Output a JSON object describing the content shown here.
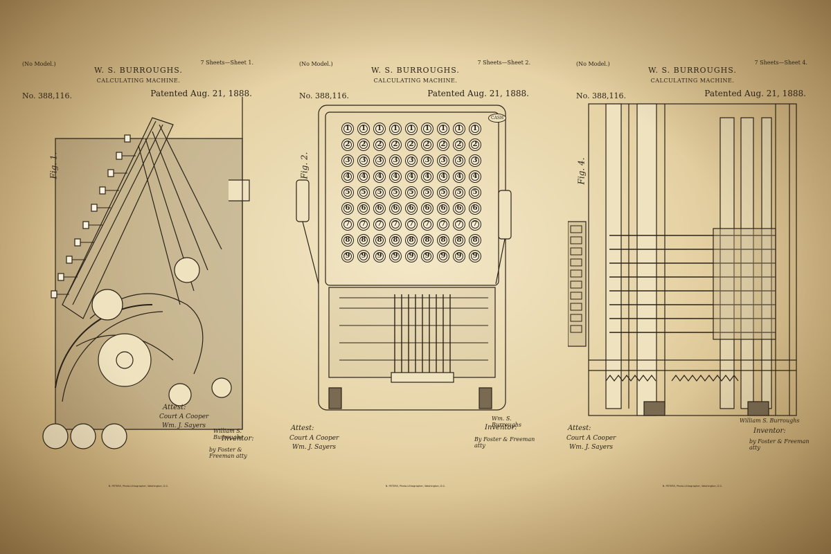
{
  "sheets": [
    {
      "no_model": "(No Model.)",
      "sheet_count": "7 Sheets—Sheet 1.",
      "inventor": "W. S. BURROUGHS.",
      "invention": "CALCULATING MACHINE.",
      "patent_no": "No. 388,116.",
      "patent_date": "Patented Aug. 21, 1888.",
      "fig_label": "Fig. 1.",
      "attest_label": "Attest:",
      "witness_1": "Court A Cooper",
      "witness_2": "Wm. J. Sayers",
      "inventor_signature": "William S. Burroughs",
      "inventor_word": "Inventor:",
      "attorney": "by Foster & Freeman atty",
      "printer": "N. PETERS, Photo-Lithographer, Washington, D.C."
    },
    {
      "no_model": "(No Model.)",
      "sheet_count": "7 Sheets—Sheet 2.",
      "inventor": "W. S. BURROUGHS.",
      "invention": "CALCULATING MACHINE.",
      "patent_no": "No. 388,116.",
      "patent_date": "Patented Aug. 21, 1888.",
      "fig_label": "Fig. 2.",
      "attest_label": "Attest:",
      "witness_1": "Court A Cooper",
      "witness_2": "Wm. J. Sayers",
      "inventor_signature": "Wm. S. Burroughs",
      "inventor_word": "Inventor:",
      "attorney": "By Foster & Freeman atty",
      "printer": "N. PETERS, Photo-Lithographer, Washington, D.C."
    },
    {
      "no_model": "(No Model.)",
      "sheet_count": "7 Sheets—Sheet 4.",
      "inventor": "W. S. BURROUGHS.",
      "invention": "CALCULATING MACHINE.",
      "patent_no": "No. 388,116.",
      "patent_date": "Patented Aug. 21, 1888.",
      "fig_label": "Fig. 4.",
      "attest_label": "Attest:",
      "witness_1": "Court A Cooper",
      "witness_2": "Wm. J. Sayers",
      "inventor_signature": "William S. Burroughs",
      "inventor_word": "Inventor:",
      "attorney": "by Foster & Freeman atty",
      "printer": "N. PETERS, Photo-Lithographer, Washington, D.C."
    }
  ],
  "keyboard": {
    "key_rows": [
      "1",
      "2",
      "3",
      "4",
      "5",
      "6",
      "7",
      "8",
      "9"
    ],
    "cash_key": "CASH"
  },
  "colors": {
    "ink": "#2a2218",
    "paper_light": "#f3e8c8",
    "paper_dark": "#a98a55"
  }
}
